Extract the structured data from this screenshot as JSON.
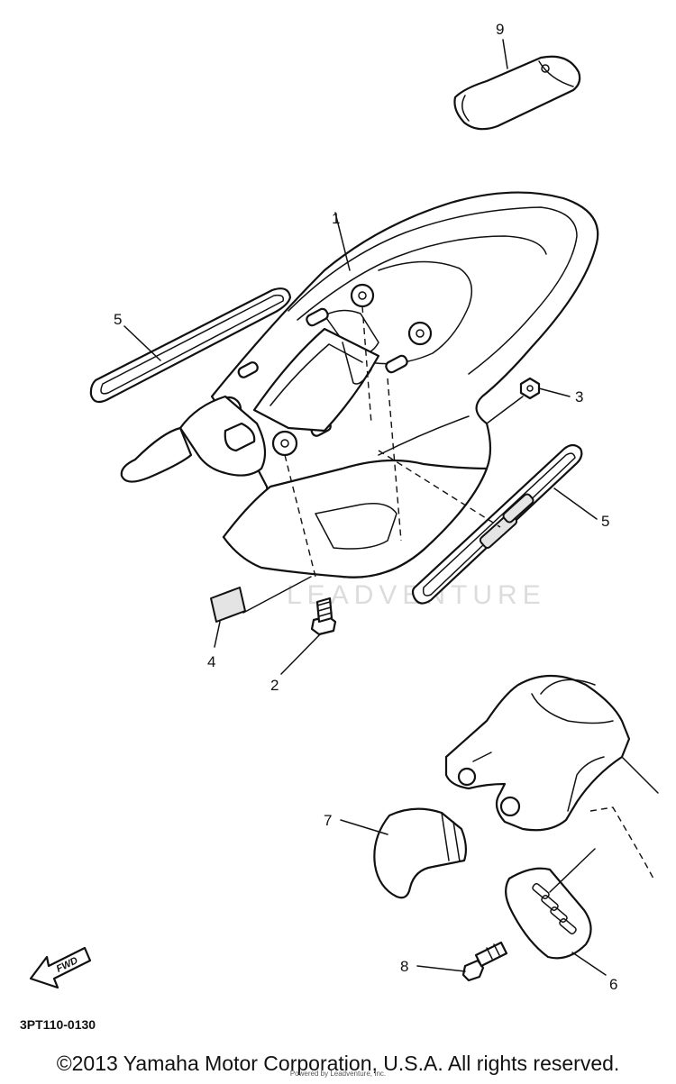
{
  "diagram": {
    "callouts": {
      "c1": "1",
      "c2": "2",
      "c3": "3",
      "c4": "4",
      "c5a": "5",
      "c5b": "5",
      "c6": "6",
      "c7": "7",
      "c8": "8",
      "c9": "9"
    },
    "part_code": "3PT110-0130",
    "fwd_label": "FWD",
    "watermark": "LEADVENTURE"
  },
  "footer": {
    "copyright": "©2013 Yamaha Motor Corporation, U.S.A. All rights reserved.",
    "credit": "Powered by Leadventure, Inc."
  }
}
